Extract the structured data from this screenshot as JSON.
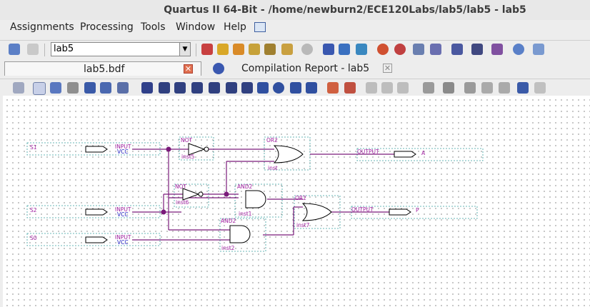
{
  "window": {
    "title": "Quartus II 64-Bit - /home/newburn2/ECE120Labs/lab5/lab5 - lab5"
  },
  "menu": {
    "items": [
      "Assignments",
      "Processing",
      "Tools",
      "Window",
      "Help"
    ]
  },
  "toolbar": {
    "project_combo": "lab5"
  },
  "tabs": [
    {
      "label": "lab5.bdf",
      "close": "✕"
    },
    {
      "label": "Compilation Report - lab5",
      "close": "✕"
    }
  ],
  "schematic": {
    "inputs": [
      {
        "pin": "S1",
        "type": "INPUT",
        "vcc": "VCC"
      },
      {
        "pin": "S2",
        "type": "INPUT",
        "vcc": "VCC"
      },
      {
        "pin": "S0",
        "type": "INPUT",
        "vcc": "VCC"
      }
    ],
    "gates": [
      {
        "type": "NOT",
        "inst": "inst5"
      },
      {
        "type": "NOT",
        "inst": "inst6"
      },
      {
        "type": "OR2",
        "inst": "inst"
      },
      {
        "type": "AND2",
        "inst": "inst1"
      },
      {
        "type": "OR2",
        "inst": "inst7"
      },
      {
        "type": "AND2",
        "inst": "inst2"
      }
    ],
    "outputs": [
      {
        "pin": "A",
        "type": "OUTPUT"
      },
      {
        "pin": "P",
        "type": "OUTPUT"
      }
    ]
  },
  "colors": {
    "wire": "#7a1a7a",
    "label": "#a020a0",
    "vcc": "#2020c0",
    "box": "#3aa0a0"
  }
}
